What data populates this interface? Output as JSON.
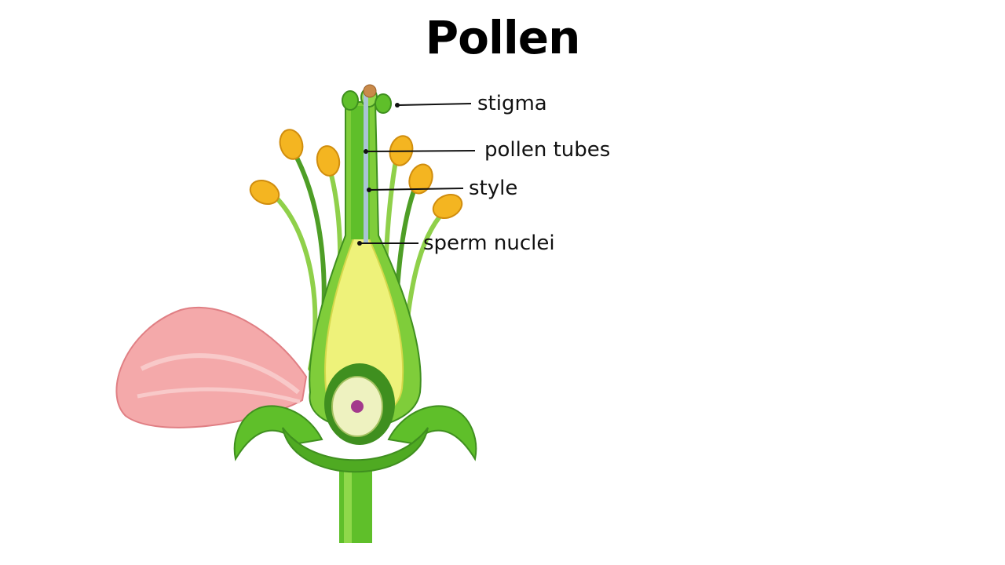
{
  "title": "Pollen",
  "labels": {
    "stigma": "stigma",
    "pollen_tubes": "pollen tubes",
    "style": "style",
    "sperm_nuclei": "sperm nuclei"
  },
  "colors": {
    "stem_green": "#5fbf2a",
    "dark_green": "#3f8f1f",
    "light_green": "#9bd64a",
    "ovary_yellow": "#eef27a",
    "anther_yellow": "#f4b521",
    "petal_pink": "#f2a3a3",
    "pollen_tube_blue": "#a9c4d6",
    "pollen_grain_brown": "#c98a4a",
    "nucleus_purple": "#a33a8c"
  }
}
